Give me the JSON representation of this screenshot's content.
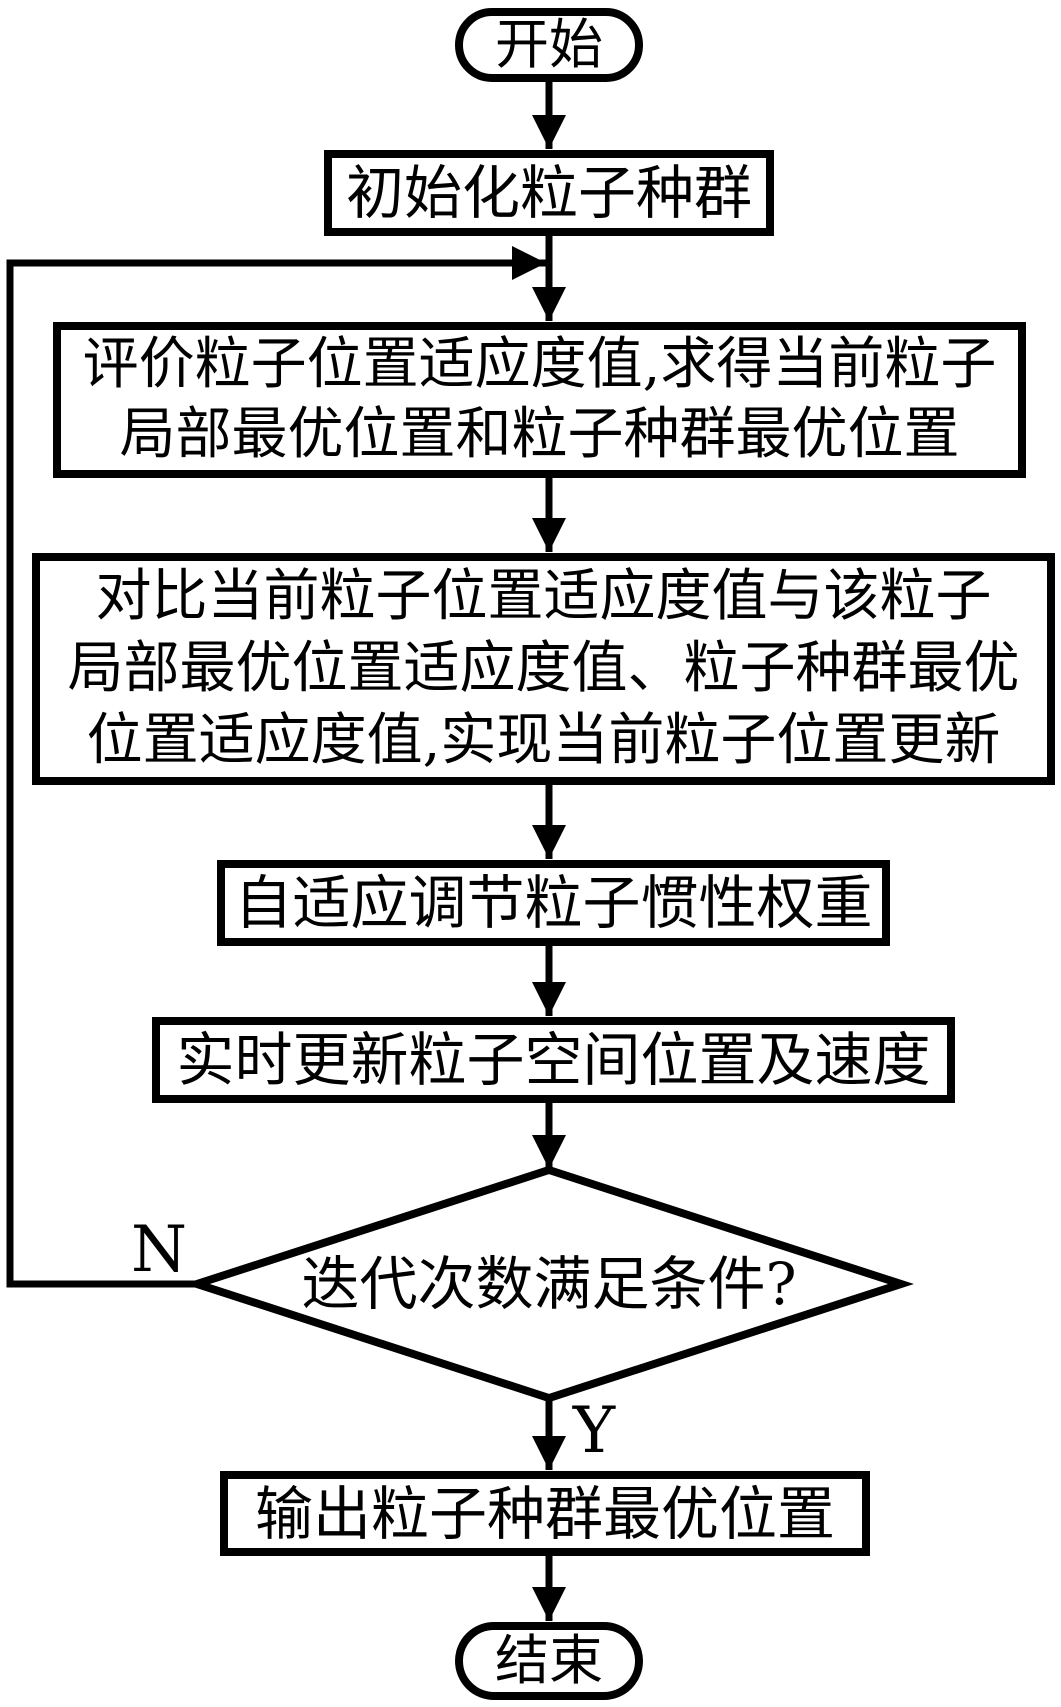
{
  "nodes": {
    "start": {
      "shape": "stadium",
      "label": "开始"
    },
    "init": {
      "shape": "process",
      "label": "初始化粒子种群"
    },
    "evaluate": {
      "shape": "process",
      "lines": [
        "评价粒子位置适应度值,求得当前粒子",
        "局部最优位置和粒子种群最优位置"
      ]
    },
    "compare": {
      "shape": "process",
      "lines": [
        "对比当前粒子位置适应度值与该粒子",
        "局部最优位置适应度值、粒子种群最优",
        "位置适应度值,实现当前粒子位置更新"
      ]
    },
    "adjust": {
      "shape": "process",
      "label": "自适应调节粒子惯性权重"
    },
    "update": {
      "shape": "process",
      "label": "实时更新粒子空间位置及速度"
    },
    "decision": {
      "shape": "diamond",
      "label": "迭代次数满足条件?"
    },
    "output": {
      "shape": "process",
      "label": "输出粒子种群最优位置"
    },
    "end": {
      "shape": "stadium",
      "label": "结束"
    }
  },
  "edges": {
    "no_label": "N",
    "yes_label": "Y"
  },
  "colors": {
    "stroke": "#000000",
    "background": "#ffffff"
  }
}
